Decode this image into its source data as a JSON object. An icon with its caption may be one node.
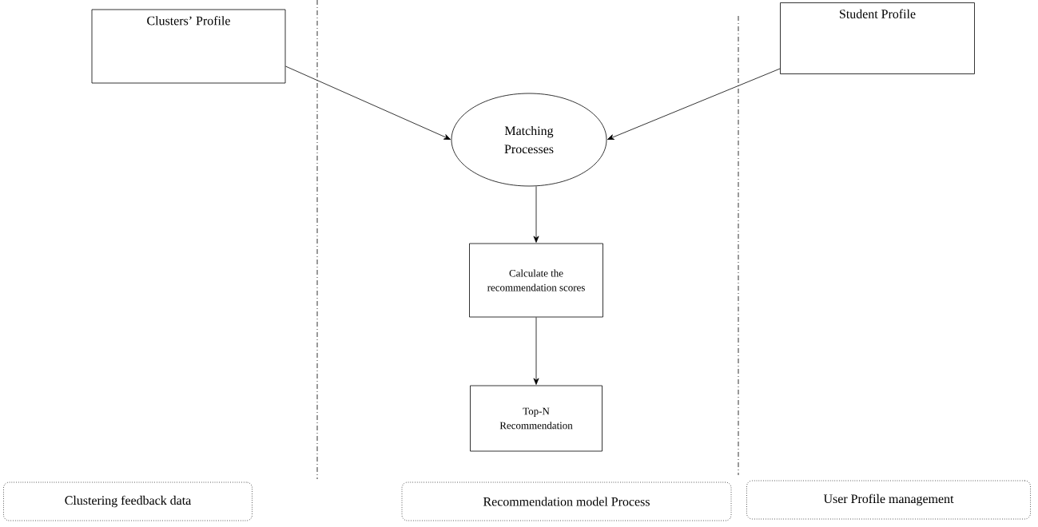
{
  "diagram": {
    "nodes": [
      {
        "text": [
          "Clusters’ Profile"
        ]
      },
      {
        "text": [
          "Student Profile"
        ]
      },
      {
        "text": [
          "Matching Processes"
        ]
      },
      {
        "text": [
          "Calculate the recommendation scores"
        ]
      },
      {
        "text": [
          "Top-N Recommendation"
        ]
      },
      {
        "text": [
          "Clustering feedback data"
        ]
      },
      {
        "text": [
          "Recommendation model Process"
        ]
      },
      {
        "text": [
          "User Profile management"
        ]
      }
    ],
    "edges": [
      {
        "from": 0,
        "to": 2,
        "arrow": "to"
      },
      {
        "from": 1,
        "to": 2,
        "arrow": "to"
      },
      {
        "from": 2,
        "to": 3,
        "arrow": "to"
      },
      {
        "from": 3,
        "to": 4,
        "arrow": "to"
      }
    ]
  }
}
